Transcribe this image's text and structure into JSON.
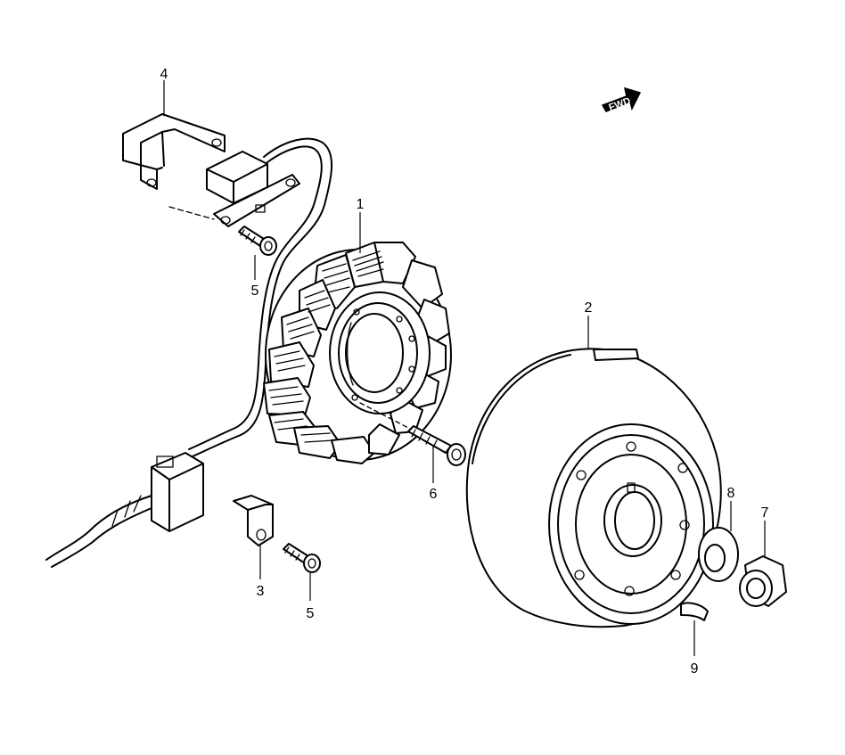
{
  "callouts": {
    "stator": "1",
    "flywheel_rotor": "2",
    "wire_clamp": "3",
    "bracket": "4",
    "bracket_bolt": "5",
    "clamp_bolt": "5",
    "stator_bolt": "6",
    "nut": "7",
    "washer": "8",
    "key": "9"
  },
  "fwd_arrow": {
    "text": "FWD",
    "icon": "forward-arrow-icon"
  },
  "colors": {
    "line": "#000000",
    "background": "#ffffff"
  }
}
